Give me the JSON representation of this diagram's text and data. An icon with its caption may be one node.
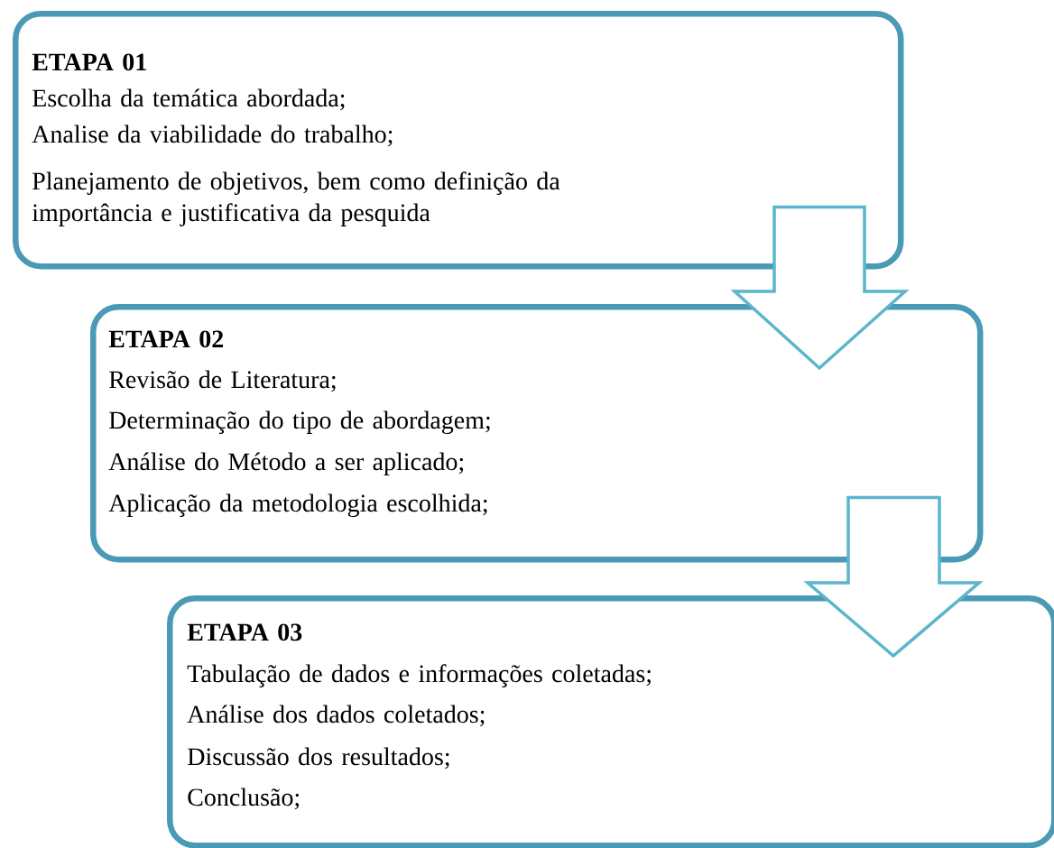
{
  "diagram": {
    "nodes": [
      {
        "text": [
          "ETAPA 01",
          "Escolha da temática abordada;",
          "Analise da viabilidade do trabalho;",
          "Planejamento de objetivos, bem como definição da importância e justificativa da pesquida"
        ]
      },
      {
        "text": [
          "ETAPA 02",
          "Revisão de Literatura;",
          "Determinação do tipo de abordagem;",
          "Análise do Método a ser aplicado;",
          "Aplicação da metodologia escolhida;"
        ]
      },
      {
        "text": [
          "ETAPA 03",
          "Tabulação de dados e informações coletadas;",
          "Análise dos dados coletados;",
          "Discussão dos resultados;",
          "Conclusão;"
        ]
      }
    ],
    "edges": [
      {
        "from": 0,
        "to": 1,
        "arrow": "to"
      },
      {
        "from": 1,
        "to": 2,
        "arrow": "to"
      }
    ]
  }
}
